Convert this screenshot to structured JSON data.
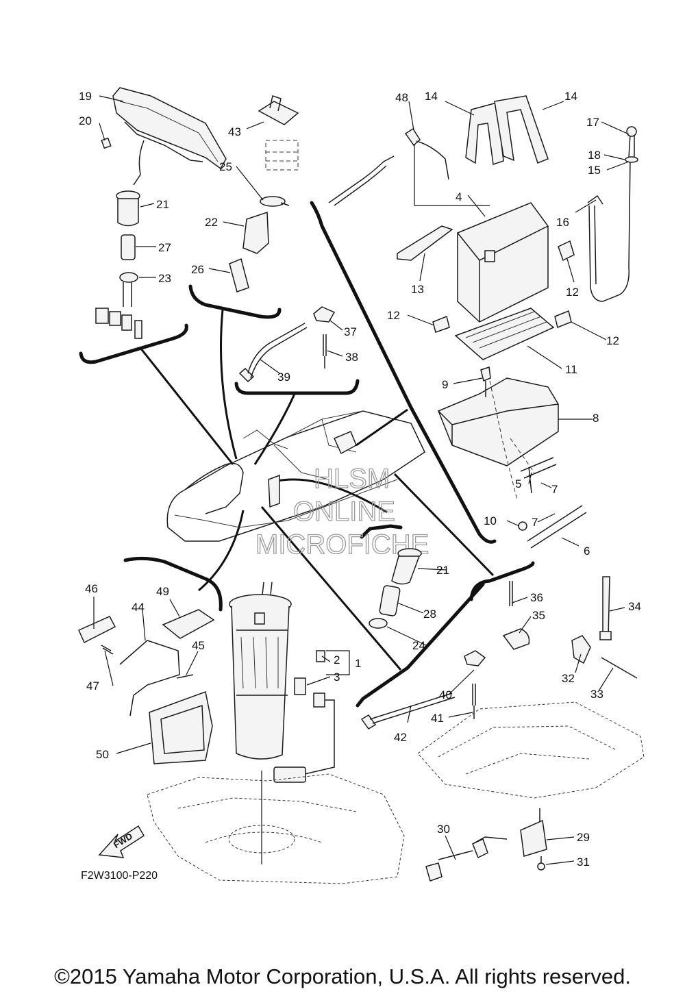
{
  "diagram": {
    "reference_code": "F2W3100-P220",
    "watermark": [
      "HLSM",
      "ONLINE",
      "MICROFICHE"
    ],
    "fwd_label": "FWD",
    "callouts": [
      "1",
      "2",
      "3",
      "4",
      "5",
      "6",
      "7",
      "7",
      "8",
      "9",
      "10",
      "11",
      "12",
      "12",
      "12",
      "13",
      "14",
      "14",
      "15",
      "16",
      "17",
      "18",
      "19",
      "20",
      "21",
      "21",
      "22",
      "23",
      "24",
      "25",
      "26",
      "27",
      "28",
      "29",
      "30",
      "31",
      "32",
      "33",
      "34",
      "35",
      "36",
      "37",
      "38",
      "39",
      "40",
      "41",
      "42",
      "43",
      "44",
      "45",
      "46",
      "47",
      "48",
      "49",
      "50"
    ]
  },
  "footer": {
    "copyright": "©2015 Yamaha Motor Corporation, U.S.A. All rights reserved."
  }
}
